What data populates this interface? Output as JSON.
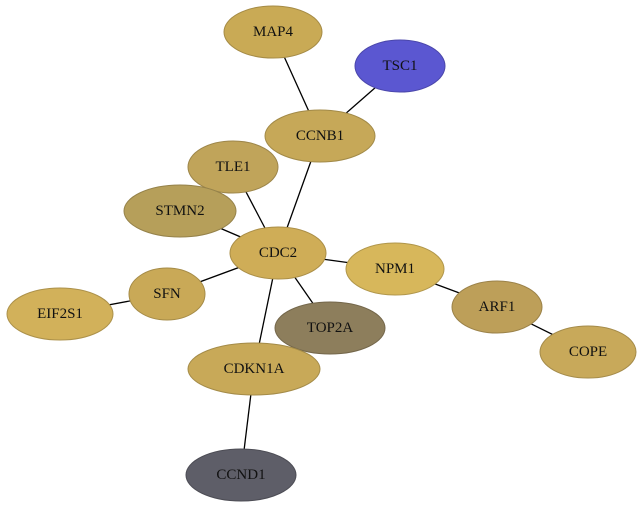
{
  "nodes": [
    {
      "id": "MAP4",
      "label": "MAP4",
      "color": "#c9aa55"
    },
    {
      "id": "TSC1",
      "label": "TSC1",
      "color": "#5b57d1"
    },
    {
      "id": "CCNB1",
      "label": "CCNB1",
      "color": "#c6a858"
    },
    {
      "id": "TLE1",
      "label": "TLE1",
      "color": "#c0a45a"
    },
    {
      "id": "STMN2",
      "label": "STMN2",
      "color": "#b69f5a"
    },
    {
      "id": "CDC2",
      "label": "CDC2",
      "color": "#cfad57"
    },
    {
      "id": "NPM1",
      "label": "NPM1",
      "color": "#d7b75b"
    },
    {
      "id": "SFN",
      "label": "SFN",
      "color": "#c9a957"
    },
    {
      "id": "EIF2S1",
      "label": "EIF2S1",
      "color": "#d2b15a"
    },
    {
      "id": "ARF1",
      "label": "ARF1",
      "color": "#bd9f59"
    },
    {
      "id": "TOP2A",
      "label": "TOP2A",
      "color": "#8d7e5c"
    },
    {
      "id": "COPE",
      "label": "COPE",
      "color": "#c8a95a"
    },
    {
      "id": "CDKN1A",
      "label": "CDKN1A",
      "color": "#c8a958"
    },
    {
      "id": "CCND1",
      "label": "CCND1",
      "color": "#5e5e68"
    }
  ],
  "edges": [
    [
      "MAP4",
      "CCNB1"
    ],
    [
      "TSC1",
      "CCNB1"
    ],
    [
      "CCNB1",
      "CDC2"
    ],
    [
      "TLE1",
      "CDC2"
    ],
    [
      "STMN2",
      "CDC2"
    ],
    [
      "CDC2",
      "NPM1"
    ],
    [
      "CDC2",
      "SFN"
    ],
    [
      "CDC2",
      "TOP2A"
    ],
    [
      "CDC2",
      "CDKN1A"
    ],
    [
      "SFN",
      "EIF2S1"
    ],
    [
      "NPM1",
      "ARF1"
    ],
    [
      "ARF1",
      "COPE"
    ],
    [
      "CDKN1A",
      "CCND1"
    ]
  ]
}
